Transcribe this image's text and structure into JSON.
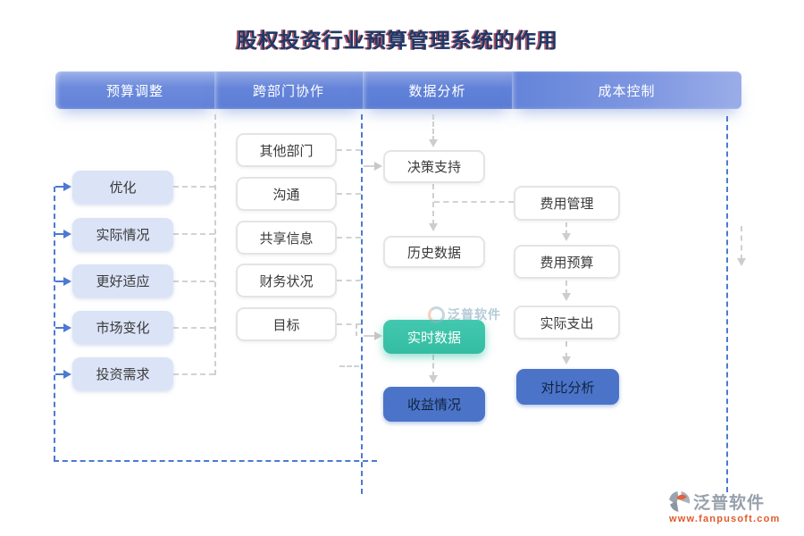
{
  "title": "股权投资行业预算管理系统的作用",
  "columns": [
    {
      "header": "预算调整",
      "items": [
        "优化",
        "实际情况",
        "更好适应",
        "市场变化",
        "投资需求"
      ]
    },
    {
      "header": "跨部门协作",
      "items": [
        "其他部门",
        "沟通",
        "共享信息",
        "财务状况",
        "目标"
      ]
    },
    {
      "header": "数据分析",
      "items": [
        "决策支持",
        "历史数据",
        "实时数据",
        "收益情况"
      ]
    },
    {
      "header": "成本控制",
      "items": [
        "费用管理",
        "费用预算",
        "实际支出",
        "对比分析"
      ]
    }
  ],
  "watermark": {
    "text": "泛普软件"
  },
  "footer": {
    "brand": "泛普软件",
    "url": "www.fanpusoft.com"
  },
  "colors": {
    "header_blue": "#6d8bdc",
    "light_box": "#dbe3f7",
    "teal_box": "#3cc2a9",
    "blue_box": "#4b74c9",
    "blue_dash": "#4d79d2",
    "gray_dash": "#cccccc",
    "title_navy": "#1d3969",
    "url_orange": "#e05a2b"
  }
}
